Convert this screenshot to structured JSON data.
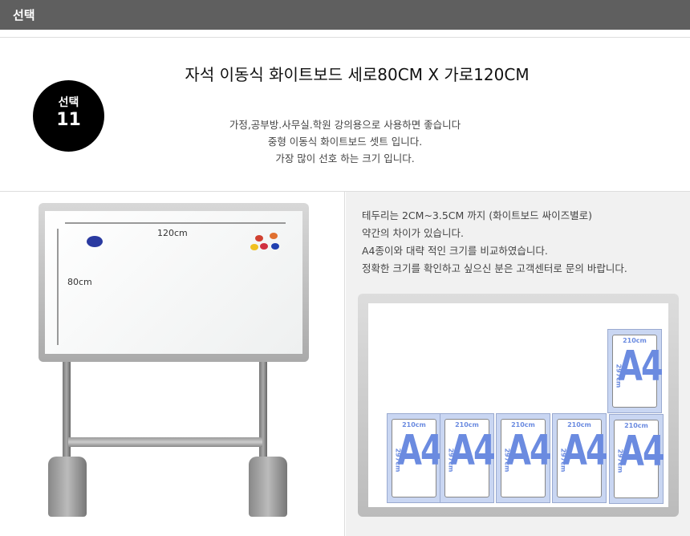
{
  "header": {
    "title": "선택"
  },
  "product": {
    "badge_label": "선택",
    "badge_number": "11",
    "title": "자석 이동식 화이트보드 세로80CM X 가로120CM",
    "description": [
      "가정,공부방.사무실.학원 강의용으로 사용하면 좋습니다",
      "중형 이동식 화이트보드 셋트 입니다.",
      "가장 많이 선호 하는 크기 입니다."
    ]
  },
  "board_image": {
    "width_label": "120cm",
    "height_label": "80cm"
  },
  "size_info": {
    "lines": [
      "테두리는 2CM~3.5CM 까지 (화이트보드 싸이즈별로)",
      "약간의 차이가 있습니다.",
      "A4종이와 대략 적인 크기를 비교하였습니다.",
      "정확한 크기를 확인하고 싶으신 분은 고객센터로 문의 바랍니다."
    ],
    "paper": {
      "label": "A4",
      "width": "210cm",
      "height": "297cm"
    },
    "paper_count": 6
  },
  "colors": {
    "header_bg": "#5f5f5f",
    "paper_blue": "#6b8be0"
  }
}
